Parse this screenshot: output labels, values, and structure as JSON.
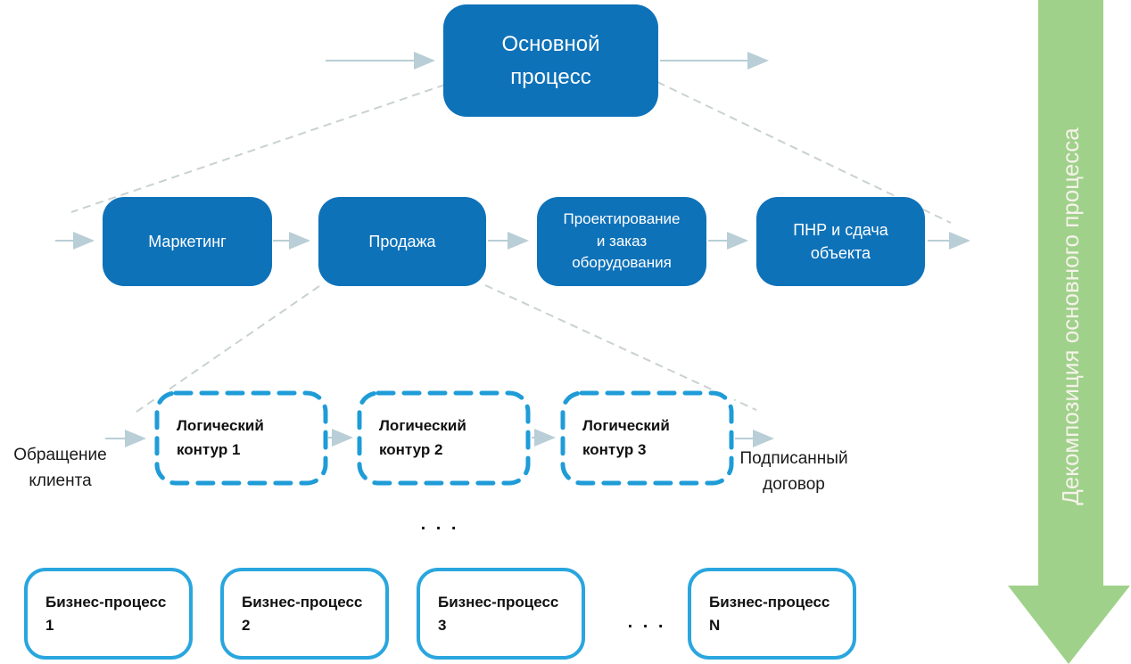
{
  "colors": {
    "process_blue": "#0e72b9",
    "outline_blue_dashed": "#1f9cd7",
    "outline_blue_solid": "#2aa6de",
    "decomposition_green": "#9fd18a",
    "connector_gray": "#b9ced6",
    "dashed_connector_gray": "#c9d2d0",
    "label_text": "#111111",
    "arrow_text": "#f5f2e9"
  },
  "diagram": {
    "main_process": "Основной\nпроцесс",
    "stages": [
      "Маркетинг",
      "Продажа",
      "Проектирование\nи заказ\nоборудования",
      "ПНР и сдача\nобъекта"
    ],
    "contours": [
      "Логический\nконтур 1",
      "Логический\nконтур 2",
      "Логический\nконтур 3"
    ],
    "input_label": "Обращение\nклиента",
    "output_label": "Подписанный\nдоговор",
    "contour_ellipsis": ". . .",
    "business_ellipsis": ". . .",
    "business_processes": [
      "Бизнес-процесс\n1",
      "Бизнес-процесс\n2",
      "Бизнес-процесс\n3",
      "Бизнес-процесс\nN"
    ],
    "decomposition_label": "Декомпозиция основного процесса"
  }
}
